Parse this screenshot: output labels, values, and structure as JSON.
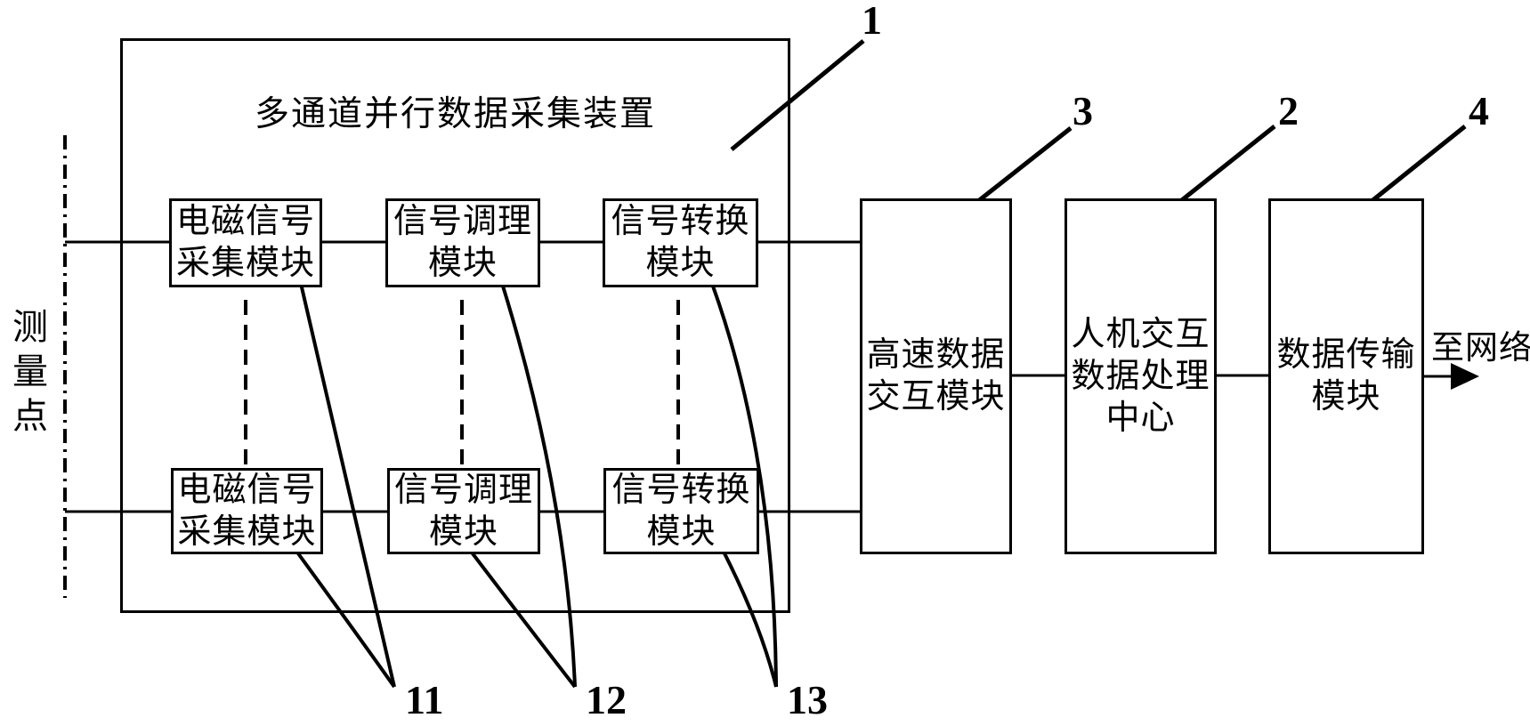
{
  "device": {
    "label": "多通道并行数据采集装置"
  },
  "measurement_point": "测量点",
  "to_network": "至网络",
  "modules": {
    "em_top": {
      "lines": [
        "电磁信号",
        "采集模块"
      ]
    },
    "em_bottom": {
      "lines": [
        "电磁信号",
        "采集模块"
      ]
    },
    "cond_top": {
      "lines": [
        "信号调理",
        "模块"
      ]
    },
    "cond_bottom": {
      "lines": [
        "信号调理",
        "模块"
      ]
    },
    "conv_top": {
      "lines": [
        "信号转换",
        "模块"
      ]
    },
    "conv_bottom": {
      "lines": [
        "信号转换",
        "模块"
      ]
    },
    "highspeed": {
      "lines": [
        "高速数据",
        "交互模块"
      ]
    },
    "hmi": {
      "lines": [
        "人机交互",
        "数据处理",
        "中心"
      ]
    },
    "transmit": {
      "lines": [
        "数据传输",
        "模块"
      ]
    }
  },
  "refs": {
    "device": "1",
    "highspeed": "3",
    "hmi": "2",
    "transmit": "4",
    "em": "11",
    "cond": "12",
    "conv": "13"
  },
  "colors": {
    "ink": "#000000",
    "background": "#ffffff"
  }
}
